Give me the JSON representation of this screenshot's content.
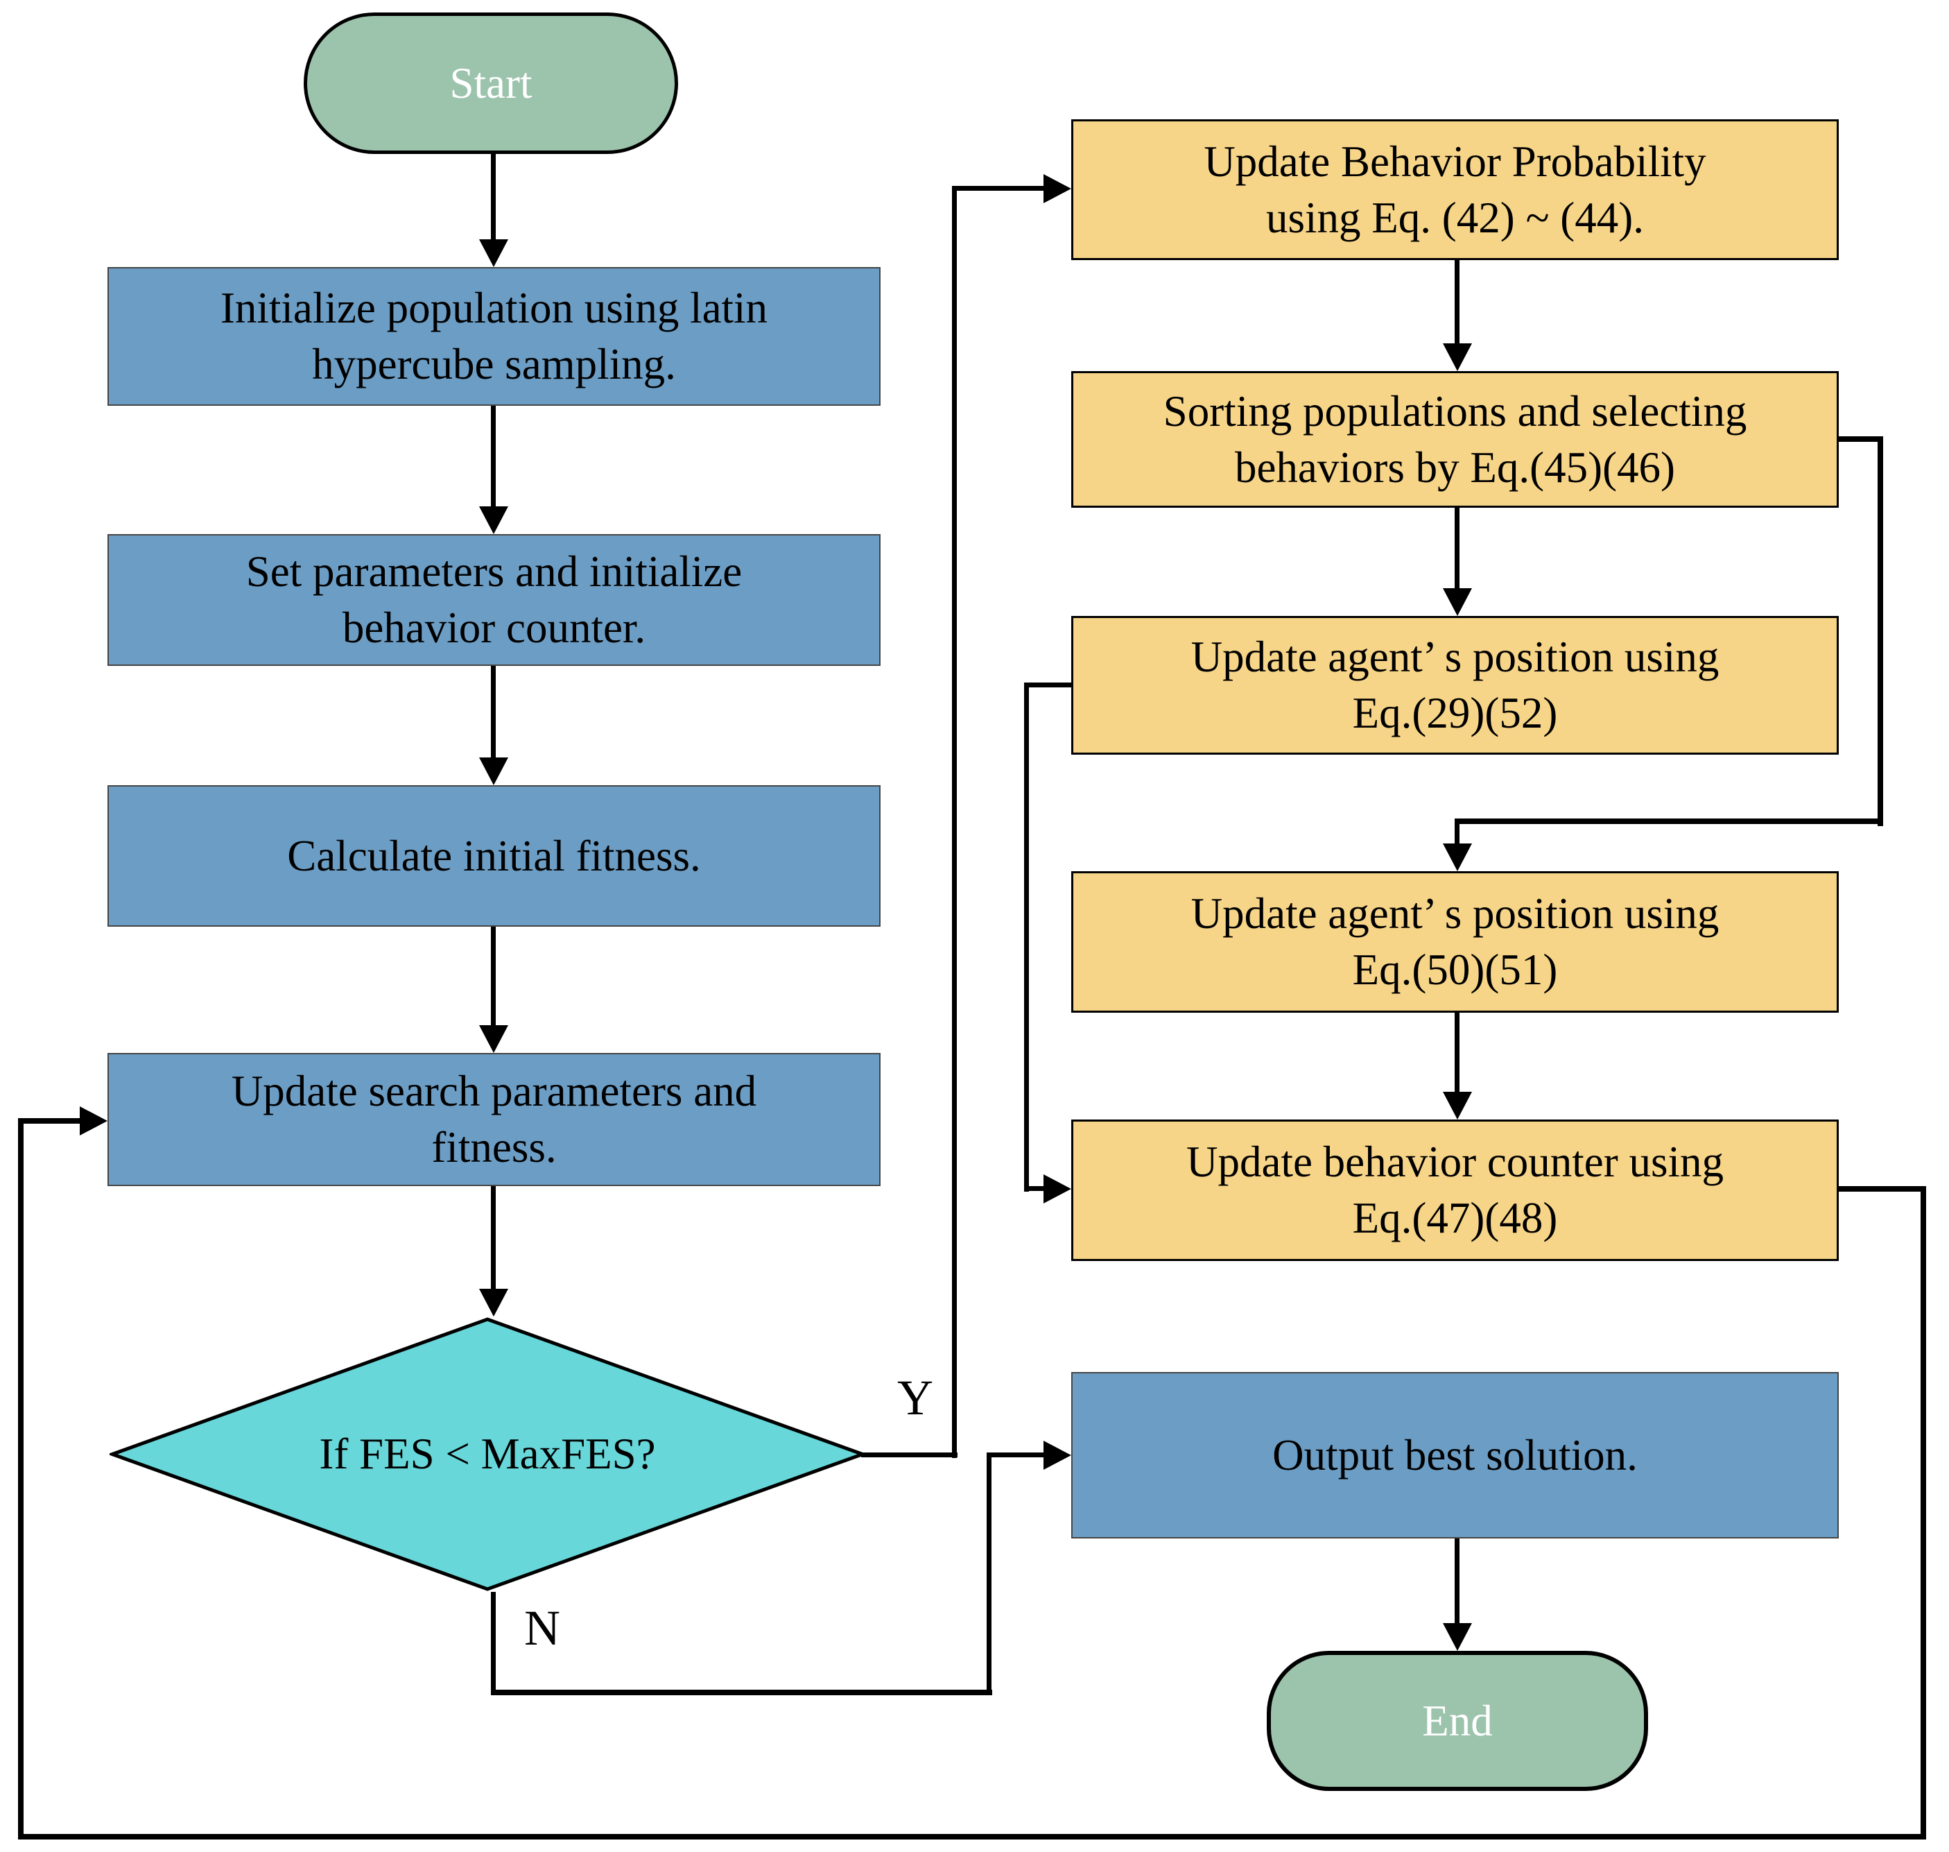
{
  "diagram_type": "flowchart",
  "colors": {
    "process_blue": "#6C9DC4",
    "step_yellow": "#F7D588",
    "terminal_green": "#9CC3AC",
    "decision_cyan": "#68D7DA",
    "line_black": "#000000"
  },
  "nodes": {
    "start": {
      "label": "Start",
      "type": "terminal"
    },
    "init_population": {
      "label": "Initialize population using latin\nhypercube sampling.",
      "type": "process"
    },
    "set_parameters": {
      "label": "Set parameters and initialize\nbehavior counter.",
      "type": "process"
    },
    "calculate_fitness": {
      "label": "Calculate initial fitness.",
      "type": "process"
    },
    "update_search": {
      "label": "Update search parameters and\nfitness.",
      "type": "process"
    },
    "decision": {
      "label": "If FES < MaxFES?",
      "type": "decision"
    },
    "update_probability": {
      "label": "Update Behavior Probability\nusing Eq. (42) ~ (44).",
      "type": "step"
    },
    "sorting_selecting": {
      "label": "Sorting populations and selecting\nbehaviors by Eq.(45)(46)",
      "type": "step"
    },
    "update_position_2952": {
      "label": "Update agent’ s position using\nEq.(29)(52)",
      "type": "step"
    },
    "update_position_5051": {
      "label": "Update agent’ s position using\nEq.(50)(51)",
      "type": "step"
    },
    "update_counter": {
      "label": "Update behavior counter using\nEq.(47)(48)",
      "type": "step"
    },
    "output_best": {
      "label": "Output best solution.",
      "type": "process"
    },
    "end": {
      "label": "End",
      "type": "terminal"
    }
  },
  "edge_labels": {
    "yes": "Y",
    "no": "N"
  }
}
